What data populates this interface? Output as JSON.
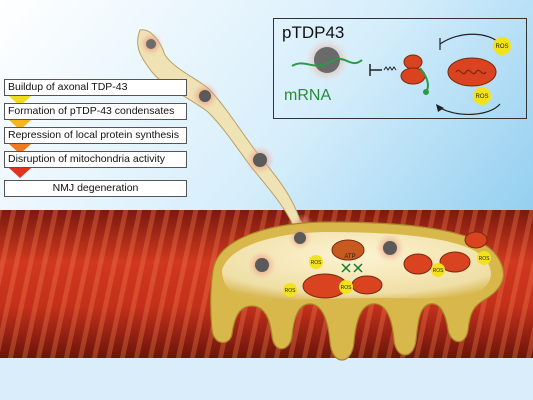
{
  "cascade": {
    "steps": [
      {
        "label": "Buildup of axonal TDP-43",
        "arrow_color": "#f2dc1e"
      },
      {
        "label": "Formation of pTDP-43 condensates",
        "arrow_color": "#f7b51c"
      },
      {
        "label": "Repression of local protein synthesis",
        "arrow_color": "#ee7a22"
      },
      {
        "label": "Disruption of mitochondria activity",
        "arrow_color": "#e0331f"
      },
      {
        "label": "NMJ degeneration",
        "arrow_color": null
      }
    ]
  },
  "inset": {
    "title": "pTDP43",
    "mrna_label": "mRNA",
    "ros_label": "ROS"
  },
  "terminal": {
    "atp_label": "ATP",
    "ros_label": "ROS"
  },
  "colors": {
    "muscle": "#c8321b",
    "muscle_stripe": "#e8663a",
    "axon": "#efe3b6",
    "terminal": "#c9a63a",
    "mitochondria": "#d9431f",
    "rna_green": "#2a9a48",
    "ros": "#f3e21b"
  }
}
